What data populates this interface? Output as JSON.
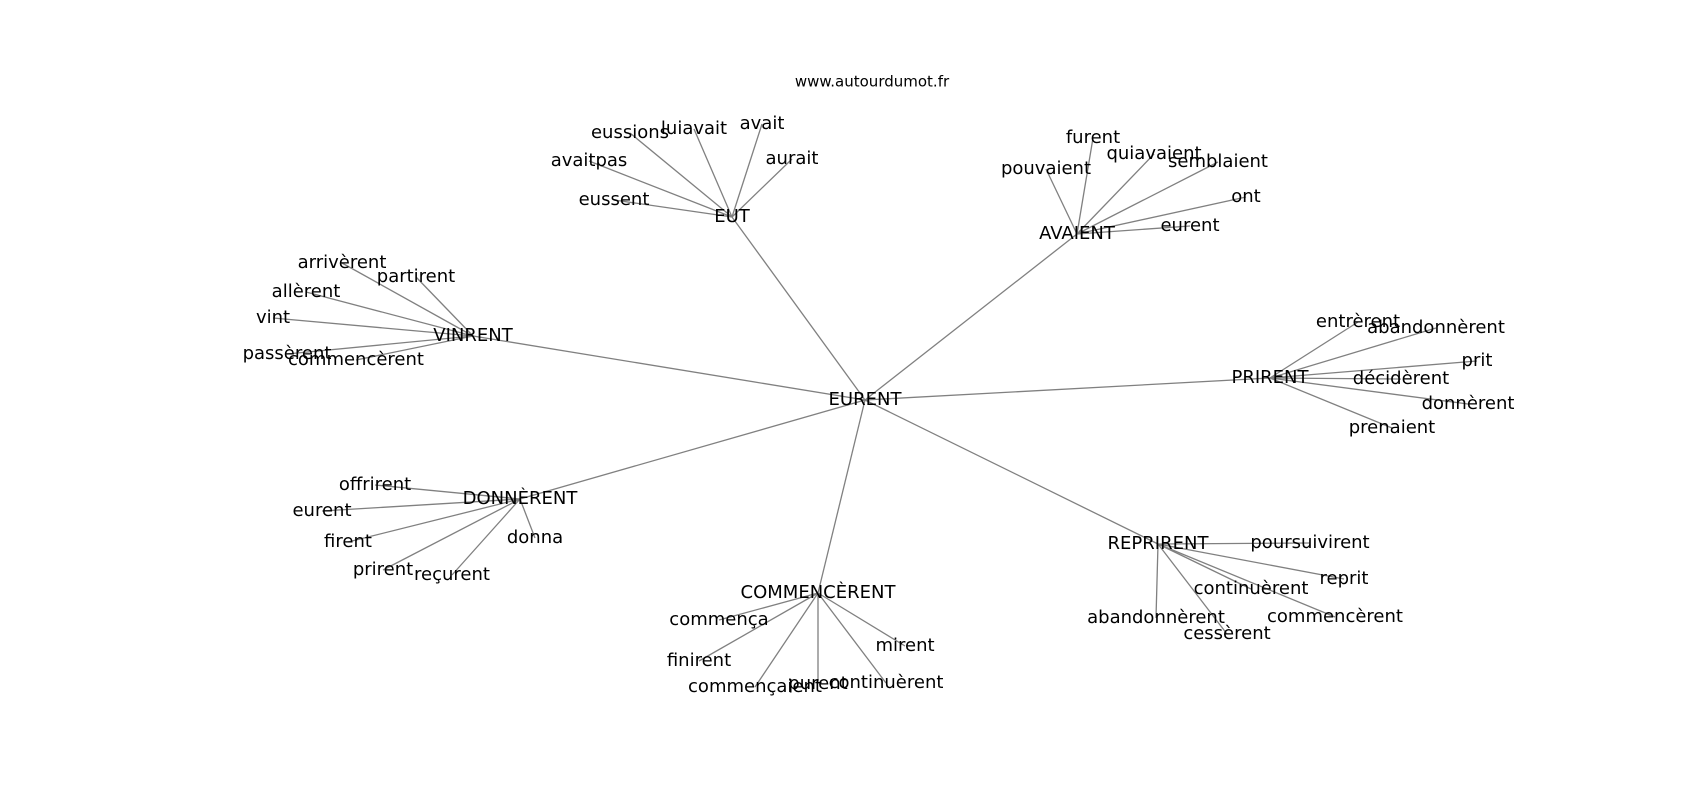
{
  "source_label": "www.autourdumot.fr",
  "edge_color": "#808080",
  "center": "EURENT",
  "groups": [
    {
      "hub": "EUT",
      "leaves": [
        "eussions",
        "luiavait",
        "avait",
        "avaitpas",
        "aurait",
        "eussent"
      ]
    },
    {
      "hub": "AVAIENT",
      "leaves": [
        "furent",
        "quiavaient",
        "semblaient",
        "pouvaient",
        "ont",
        "eurent"
      ]
    },
    {
      "hub": "VINRENT",
      "leaves": [
        "arrivèrent",
        "partirent",
        "allèrent",
        "vint",
        "passèrent",
        "commencèrent"
      ]
    },
    {
      "hub": "PRIRENT",
      "leaves": [
        "entrèrent",
        "abandonnèrent",
        "prit",
        "décidèrent",
        "donnèrent",
        "prenaient"
      ]
    },
    {
      "hub": "DONNÈRENT",
      "leaves": [
        "offrirent",
        "eurent",
        "firent",
        "donna",
        "prirent",
        "reçurent"
      ]
    },
    {
      "hub": "REPRIRENT",
      "leaves": [
        "poursuivirent",
        "reprit",
        "continuèrent",
        "abandonnèrent",
        "commencèrent",
        "cessèrent"
      ]
    },
    {
      "hub": "COMMENCÈRENT",
      "leaves": [
        "commença",
        "mirent",
        "finirent",
        "commençaient",
        "purent",
        "continuèrent"
      ]
    }
  ]
}
